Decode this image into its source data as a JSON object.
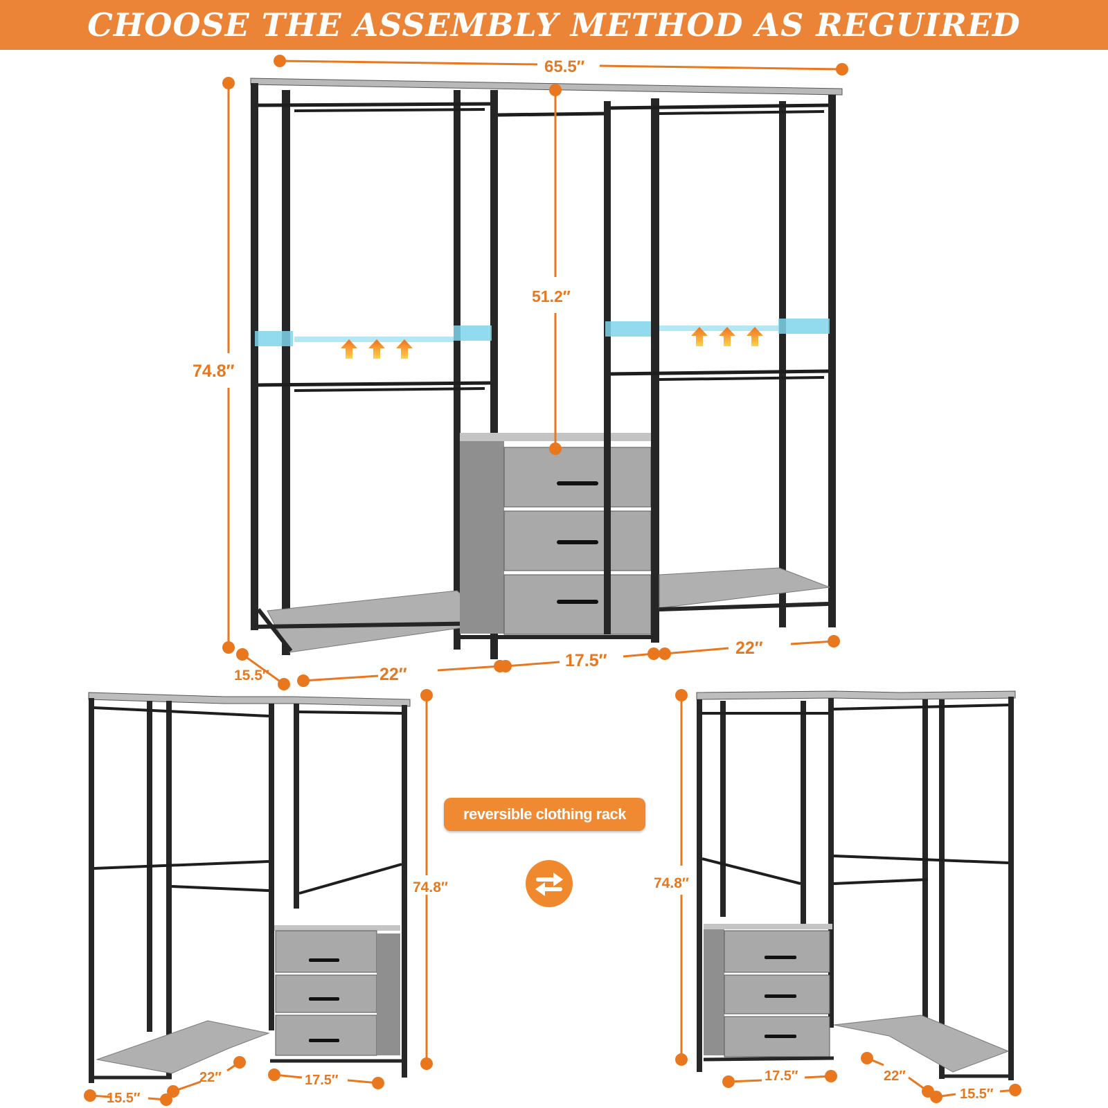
{
  "banner": {
    "title": "CHOOSE THE ASSEMBLY METHOD AS REGUIRED"
  },
  "main_view": {
    "total_width": "65.5″",
    "height": "74.8″",
    "inner_height": "51.2″",
    "depth": "15.5″",
    "left_width": "22″",
    "center_width": "17.5″",
    "right_width": "22″"
  },
  "left_corner_view": {
    "height": "74.8″",
    "depth": "15.5″",
    "side_width": "22″",
    "drawer_width": "17.5″"
  },
  "right_corner_view": {
    "height": "74.8″",
    "drawer_width": "17.5″",
    "side_width": "22″",
    "depth": "15.5″"
  },
  "reversible_label": "reversible clothing rack",
  "icons": [
    "arrow-up-icon",
    "swap-arrows-icon"
  ],
  "colors": {
    "accent": "#eb8436",
    "frame": "#222222",
    "drawer": "#a9a9a9",
    "shelf": "#b3b3b3",
    "highlight": "#7fd3ea"
  }
}
